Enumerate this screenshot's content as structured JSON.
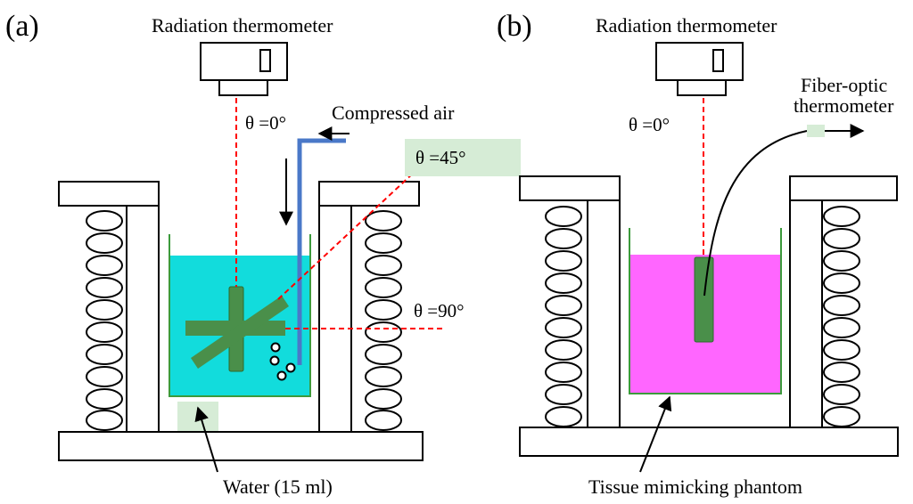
{
  "panel_a": {
    "label": "(a)",
    "radiation_thermometer": "Radiation thermometer",
    "compressed_air": "Compressed air",
    "angle_0": "θ =0°",
    "angle_45": "θ =45°",
    "angle_90": "θ =90°",
    "water": "Water (15 ml)"
  },
  "panel_b": {
    "label": "(b)",
    "radiation_thermometer": "Radiation thermometer",
    "angle_0": "θ =0°",
    "fiber_optic_line1": "Fiber-optic",
    "fiber_optic_line2": "thermometer",
    "phantom": "Tissue mimicking phantom"
  },
  "colors": {
    "water": "#12dcdc",
    "phantom": "#ff66ff",
    "sample": "#4a8f4a",
    "beam": "#ff0000",
    "air_tube": "#4a78c8",
    "label_highlight": "#d6ecd6",
    "container": "#3c9a3c"
  }
}
